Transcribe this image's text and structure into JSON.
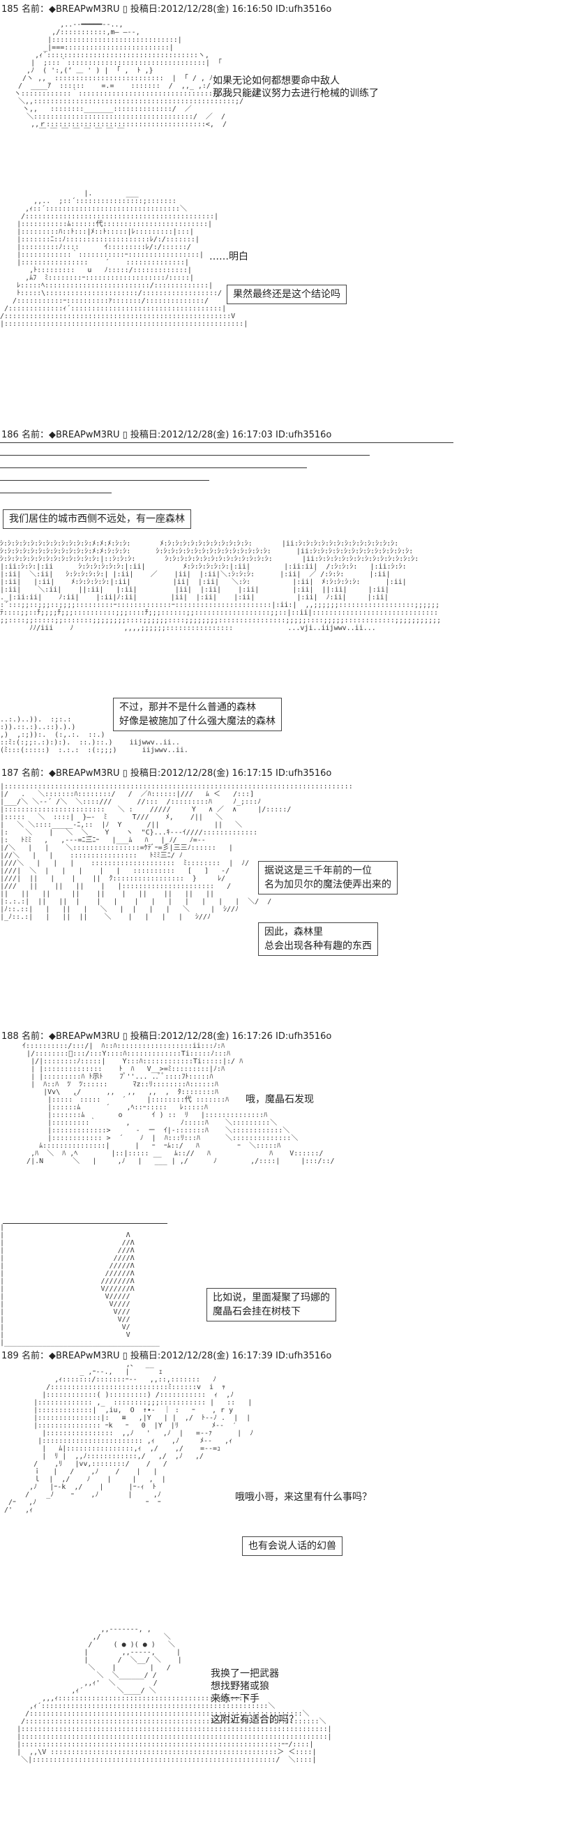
{
  "posts": [
    {
      "id": "post-185",
      "header": "185 名前：◆BREAPwM3RU ▯ 投稿日:2012/12/28(金) 16:16:50 ID:ufh3516o"
    },
    {
      "id": "post-186",
      "header": "186 名前：◆BREAPwM3RU ▯ 投稿日:2012/12/28(金) 16:17:03 ID:ufh3516o"
    },
    {
      "id": "post-187",
      "header": "187 名前：◆BREAPwM3RU ▯ 投稿日:2012/12/28(金) 16:17:15 ID:ufh3516o"
    },
    {
      "id": "post-188",
      "header": "188 名前：◆BREAPwM3RU ▯ 投稿日:2012/12/28(金) 16:17:26 ID:ufh3516o"
    },
    {
      "id": "post-189",
      "header": "189 名前：◆BREAPwM3RU ▯ 投稿日:2012/12/28(金) 16:17:39 ID:ufh3516o"
    }
  ],
  "dialogue": {
    "p185_line1": "如果无论如何都想要命中敌人",
    "p185_line2": "那我只能建议努力去进行枪械的训练了",
    "p185_dots": "……明白",
    "p185_box": "果然最终还是这个结论吗",
    "p186_box": "我们居住的城市西侧不远处，有一座森林",
    "p186_box2_line1": "不过，那并不是什么普通的森林",
    "p186_box2_line2": "好像是被施加了什么强大魔法的森林",
    "p187_box1_line1": "据说这是三千年前的一位",
    "p187_box1_line2": "名为加贝尔的魔法使弄出来的",
    "p187_box2_line1": "因此，森林里",
    "p187_box2_line2": "总会出现各种有趣的东西",
    "p188_say": "哦，魔晶石发现",
    "p188_box_line1": "比如说，里面凝聚了玛娜的",
    "p188_box_line2": "魔晶石会挂在树枝下",
    "p189_say": "哦哦小哥，来这里有什么事吗？",
    "p189_box": "也有会说人话的幻兽",
    "p189_line1": "我换了一把武器",
    "p189_line2": "想找野猪或狼",
    "p189_line3": "来练一下手",
    "p189_line4": "这附近有适合的吗？"
  },
  "colors": {
    "text": "#222222",
    "border": "#444444",
    "background": "#ffffff"
  }
}
